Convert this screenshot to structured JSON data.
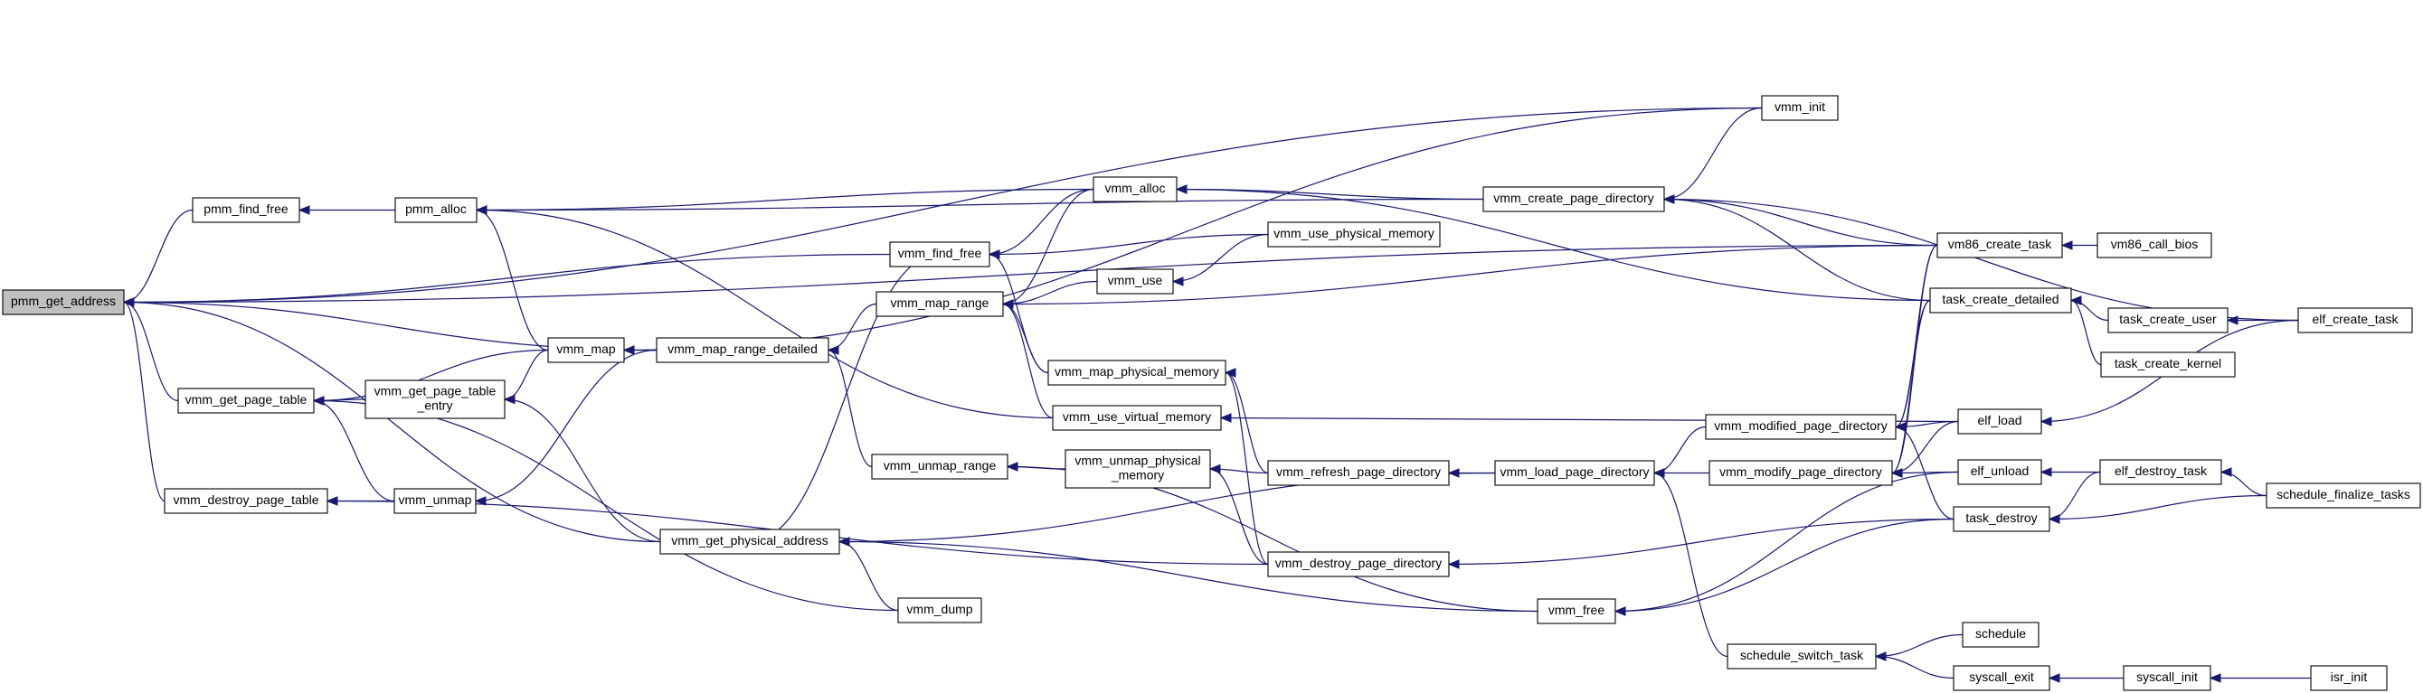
{
  "graph": {
    "colors": {
      "edge": "#191970",
      "node_fill": "#ffffff",
      "root_fill": "#bfbfbf",
      "node_border": "#000000"
    },
    "nodes": [
      {
        "id": "pmm_get_address",
        "lines": [
          "pmm_get_address"
        ],
        "root": true
      },
      {
        "id": "pmm_find_free",
        "lines": [
          "pmm_find_free"
        ]
      },
      {
        "id": "pmm_alloc",
        "lines": [
          "pmm_alloc"
        ]
      },
      {
        "id": "vmm_get_page_table",
        "lines": [
          "vmm_get_page_table"
        ]
      },
      {
        "id": "vmm_destroy_page_table",
        "lines": [
          "vmm_destroy_page_table"
        ]
      },
      {
        "id": "vmm_get_page_table_entry",
        "lines": [
          "vmm_get_page_table",
          "_entry"
        ]
      },
      {
        "id": "vmm_unmap",
        "lines": [
          "vmm_unmap"
        ]
      },
      {
        "id": "vmm_map",
        "lines": [
          "vmm_map"
        ]
      },
      {
        "id": "vmm_map_range_detailed",
        "lines": [
          "vmm_map_range_detailed"
        ]
      },
      {
        "id": "vmm_get_physical_address",
        "lines": [
          "vmm_get_physical_address"
        ]
      },
      {
        "id": "vmm_find_free",
        "lines": [
          "vmm_find_free"
        ]
      },
      {
        "id": "vmm_map_range",
        "lines": [
          "vmm_map_range"
        ]
      },
      {
        "id": "vmm_unmap_range",
        "lines": [
          "vmm_unmap_range"
        ]
      },
      {
        "id": "vmm_dump",
        "lines": [
          "vmm_dump"
        ]
      },
      {
        "id": "vmm_alloc",
        "lines": [
          "vmm_alloc"
        ]
      },
      {
        "id": "vmm_use",
        "lines": [
          "vmm_use"
        ]
      },
      {
        "id": "vmm_map_physical_memory",
        "lines": [
          "vmm_map_physical_memory"
        ]
      },
      {
        "id": "vmm_use_virtual_memory",
        "lines": [
          "vmm_use_virtual_memory"
        ]
      },
      {
        "id": "vmm_unmap_physical_memory",
        "lines": [
          "vmm_unmap_physical",
          "_memory"
        ]
      },
      {
        "id": "vmm_use_physical_memory",
        "lines": [
          "vmm_use_physical_memory"
        ]
      },
      {
        "id": "vmm_refresh_page_directory",
        "lines": [
          "vmm_refresh_page_directory"
        ]
      },
      {
        "id": "vmm_destroy_page_directory",
        "lines": [
          "vmm_destroy_page_directory"
        ]
      },
      {
        "id": "vmm_create_page_directory",
        "lines": [
          "vmm_create_page_directory"
        ]
      },
      {
        "id": "vmm_load_page_directory",
        "lines": [
          "vmm_load_page_directory"
        ]
      },
      {
        "id": "vmm_free",
        "lines": [
          "vmm_free"
        ]
      },
      {
        "id": "vmm_init",
        "lines": [
          "vmm_init"
        ]
      },
      {
        "id": "vmm_modified_page_directory",
        "lines": [
          "vmm_modified_page_directory"
        ]
      },
      {
        "id": "vmm_modify_page_directory",
        "lines": [
          "vmm_modify_page_directory"
        ]
      },
      {
        "id": "schedule_switch_task",
        "lines": [
          "schedule_switch_task"
        ]
      },
      {
        "id": "vm86_create_task",
        "lines": [
          "vm86_create_task"
        ]
      },
      {
        "id": "task_create_detailed",
        "lines": [
          "task_create_detailed"
        ]
      },
      {
        "id": "elf_load",
        "lines": [
          "elf_load"
        ]
      },
      {
        "id": "elf_unload",
        "lines": [
          "elf_unload"
        ]
      },
      {
        "id": "task_destroy",
        "lines": [
          "task_destroy"
        ]
      },
      {
        "id": "schedule",
        "lines": [
          "schedule"
        ]
      },
      {
        "id": "syscall_exit",
        "lines": [
          "syscall_exit"
        ]
      },
      {
        "id": "vm86_call_bios",
        "lines": [
          "vm86_call_bios"
        ]
      },
      {
        "id": "task_create_user",
        "lines": [
          "task_create_user"
        ]
      },
      {
        "id": "task_create_kernel",
        "lines": [
          "task_create_kernel"
        ]
      },
      {
        "id": "elf_destroy_task",
        "lines": [
          "elf_destroy_task"
        ]
      },
      {
        "id": "syscall_init",
        "lines": [
          "syscall_init"
        ]
      },
      {
        "id": "elf_create_task",
        "lines": [
          "elf_create_task"
        ]
      },
      {
        "id": "schedule_finalize_tasks",
        "lines": [
          "schedule_finalize_tasks"
        ]
      },
      {
        "id": "isr_init",
        "lines": [
          "isr_init"
        ]
      }
    ],
    "edges": [
      [
        "pmm_find_free",
        "pmm_get_address"
      ],
      [
        "vmm_get_page_table",
        "pmm_get_address"
      ],
      [
        "vmm_destroy_page_table",
        "pmm_get_address"
      ],
      [
        "vmm_find_free",
        "pmm_get_address"
      ],
      [
        "vmm_map_range_detailed",
        "pmm_get_address"
      ],
      [
        "vmm_get_physical_address",
        "pmm_get_address"
      ],
      [
        "vmm_init",
        "pmm_get_address"
      ],
      [
        "vm86_create_task",
        "pmm_get_address"
      ],
      [
        "pmm_alloc",
        "pmm_find_free"
      ],
      [
        "vmm_map",
        "pmm_alloc"
      ],
      [
        "vmm_alloc",
        "pmm_alloc"
      ],
      [
        "vmm_create_page_directory",
        "pmm_alloc"
      ],
      [
        "vmm_use_virtual_memory",
        "pmm_alloc"
      ],
      [
        "vmm_map",
        "vmm_get_page_table"
      ],
      [
        "vmm_get_page_table_entry",
        "vmm_get_page_table"
      ],
      [
        "vmm_unmap",
        "vmm_get_page_table"
      ],
      [
        "vmm_dump",
        "vmm_get_page_table"
      ],
      [
        "vmm_unmap",
        "vmm_destroy_page_table"
      ],
      [
        "vmm_destroy_page_directory",
        "vmm_destroy_page_table"
      ],
      [
        "vmm_map",
        "vmm_get_page_table_entry"
      ],
      [
        "vmm_get_physical_address",
        "vmm_get_page_table_entry"
      ],
      [
        "vmm_map_range_detailed",
        "vmm_unmap"
      ],
      [
        "vmm_map_range_detailed",
        "vmm_map"
      ],
      [
        "vmm_init",
        "vmm_map"
      ],
      [
        "vmm_map_range",
        "vmm_map_range_detailed"
      ],
      [
        "vmm_unmap_range",
        "vmm_map_range_detailed"
      ],
      [
        "vmm_dump",
        "vmm_get_physical_address"
      ],
      [
        "vmm_free",
        "vmm_get_physical_address"
      ],
      [
        "vmm_load_page_directory",
        "vmm_get_physical_address"
      ],
      [
        "vmm_get_physical_address",
        "vmm_find_free"
      ],
      [
        "vmm_alloc",
        "vmm_find_free"
      ],
      [
        "vmm_use_physical_memory",
        "vmm_find_free"
      ],
      [
        "vmm_map_physical_memory",
        "vmm_find_free"
      ],
      [
        "vmm_alloc",
        "vmm_map_range"
      ],
      [
        "vmm_use",
        "vmm_map_range"
      ],
      [
        "vmm_map_physical_memory",
        "vmm_map_range"
      ],
      [
        "vmm_use_virtual_memory",
        "vmm_map_range"
      ],
      [
        "vm86_create_task",
        "vmm_map_range"
      ],
      [
        "vmm_unmap_physical_memory",
        "vmm_unmap_range"
      ],
      [
        "vmm_free",
        "vmm_unmap_range"
      ],
      [
        "vmm_create_page_directory",
        "vmm_alloc"
      ],
      [
        "task_create_detailed",
        "vmm_alloc"
      ],
      [
        "vmm_use_physical_memory",
        "vmm_use"
      ],
      [
        "vmm_refresh_page_directory",
        "vmm_map_physical_memory"
      ],
      [
        "vmm_destroy_page_directory",
        "vmm_map_physical_memory"
      ],
      [
        "elf_load",
        "vmm_use_virtual_memory"
      ],
      [
        "vmm_refresh_page_directory",
        "vmm_unmap_physical_memory"
      ],
      [
        "vmm_destroy_page_directory",
        "vmm_unmap_physical_memory"
      ],
      [
        "vmm_load_page_directory",
        "vmm_refresh_page_directory"
      ],
      [
        "task_destroy",
        "vmm_destroy_page_directory"
      ],
      [
        "vmm_init",
        "vmm_create_page_directory"
      ],
      [
        "vm86_create_task",
        "vmm_create_page_directory"
      ],
      [
        "task_create_detailed",
        "vmm_create_page_directory"
      ],
      [
        "elf_create_task",
        "vmm_create_page_directory"
      ],
      [
        "vmm_modified_page_directory",
        "vmm_load_page_directory"
      ],
      [
        "vmm_modify_page_directory",
        "vmm_load_page_directory"
      ],
      [
        "schedule_switch_task",
        "vmm_load_page_directory"
      ],
      [
        "elf_unload",
        "vmm_free"
      ],
      [
        "task_destroy",
        "vmm_free"
      ],
      [
        "vm86_create_task",
        "vmm_modified_page_directory"
      ],
      [
        "task_create_detailed",
        "vmm_modified_page_directory"
      ],
      [
        "elf_load",
        "vmm_modified_page_directory"
      ],
      [
        "task_destroy",
        "vmm_modified_page_directory"
      ],
      [
        "vm86_create_task",
        "vmm_modify_page_directory"
      ],
      [
        "task_create_detailed",
        "vmm_modify_page_directory"
      ],
      [
        "elf_load",
        "vmm_modify_page_directory"
      ],
      [
        "elf_unload",
        "vmm_modify_page_directory"
      ],
      [
        "schedule",
        "schedule_switch_task"
      ],
      [
        "syscall_exit",
        "schedule_switch_task"
      ],
      [
        "vm86_call_bios",
        "vm86_create_task"
      ],
      [
        "task_create_user",
        "task_create_detailed"
      ],
      [
        "task_create_kernel",
        "task_create_detailed"
      ],
      [
        "elf_create_task",
        "elf_load"
      ],
      [
        "elf_destroy_task",
        "elf_unload"
      ],
      [
        "elf_destroy_task",
        "task_destroy"
      ],
      [
        "schedule_finalize_tasks",
        "task_destroy"
      ],
      [
        "syscall_init",
        "syscall_exit"
      ],
      [
        "elf_create_task",
        "task_create_user"
      ],
      [
        "schedule_finalize_tasks",
        "elf_destroy_task"
      ],
      [
        "isr_init",
        "syscall_init"
      ]
    ]
  }
}
